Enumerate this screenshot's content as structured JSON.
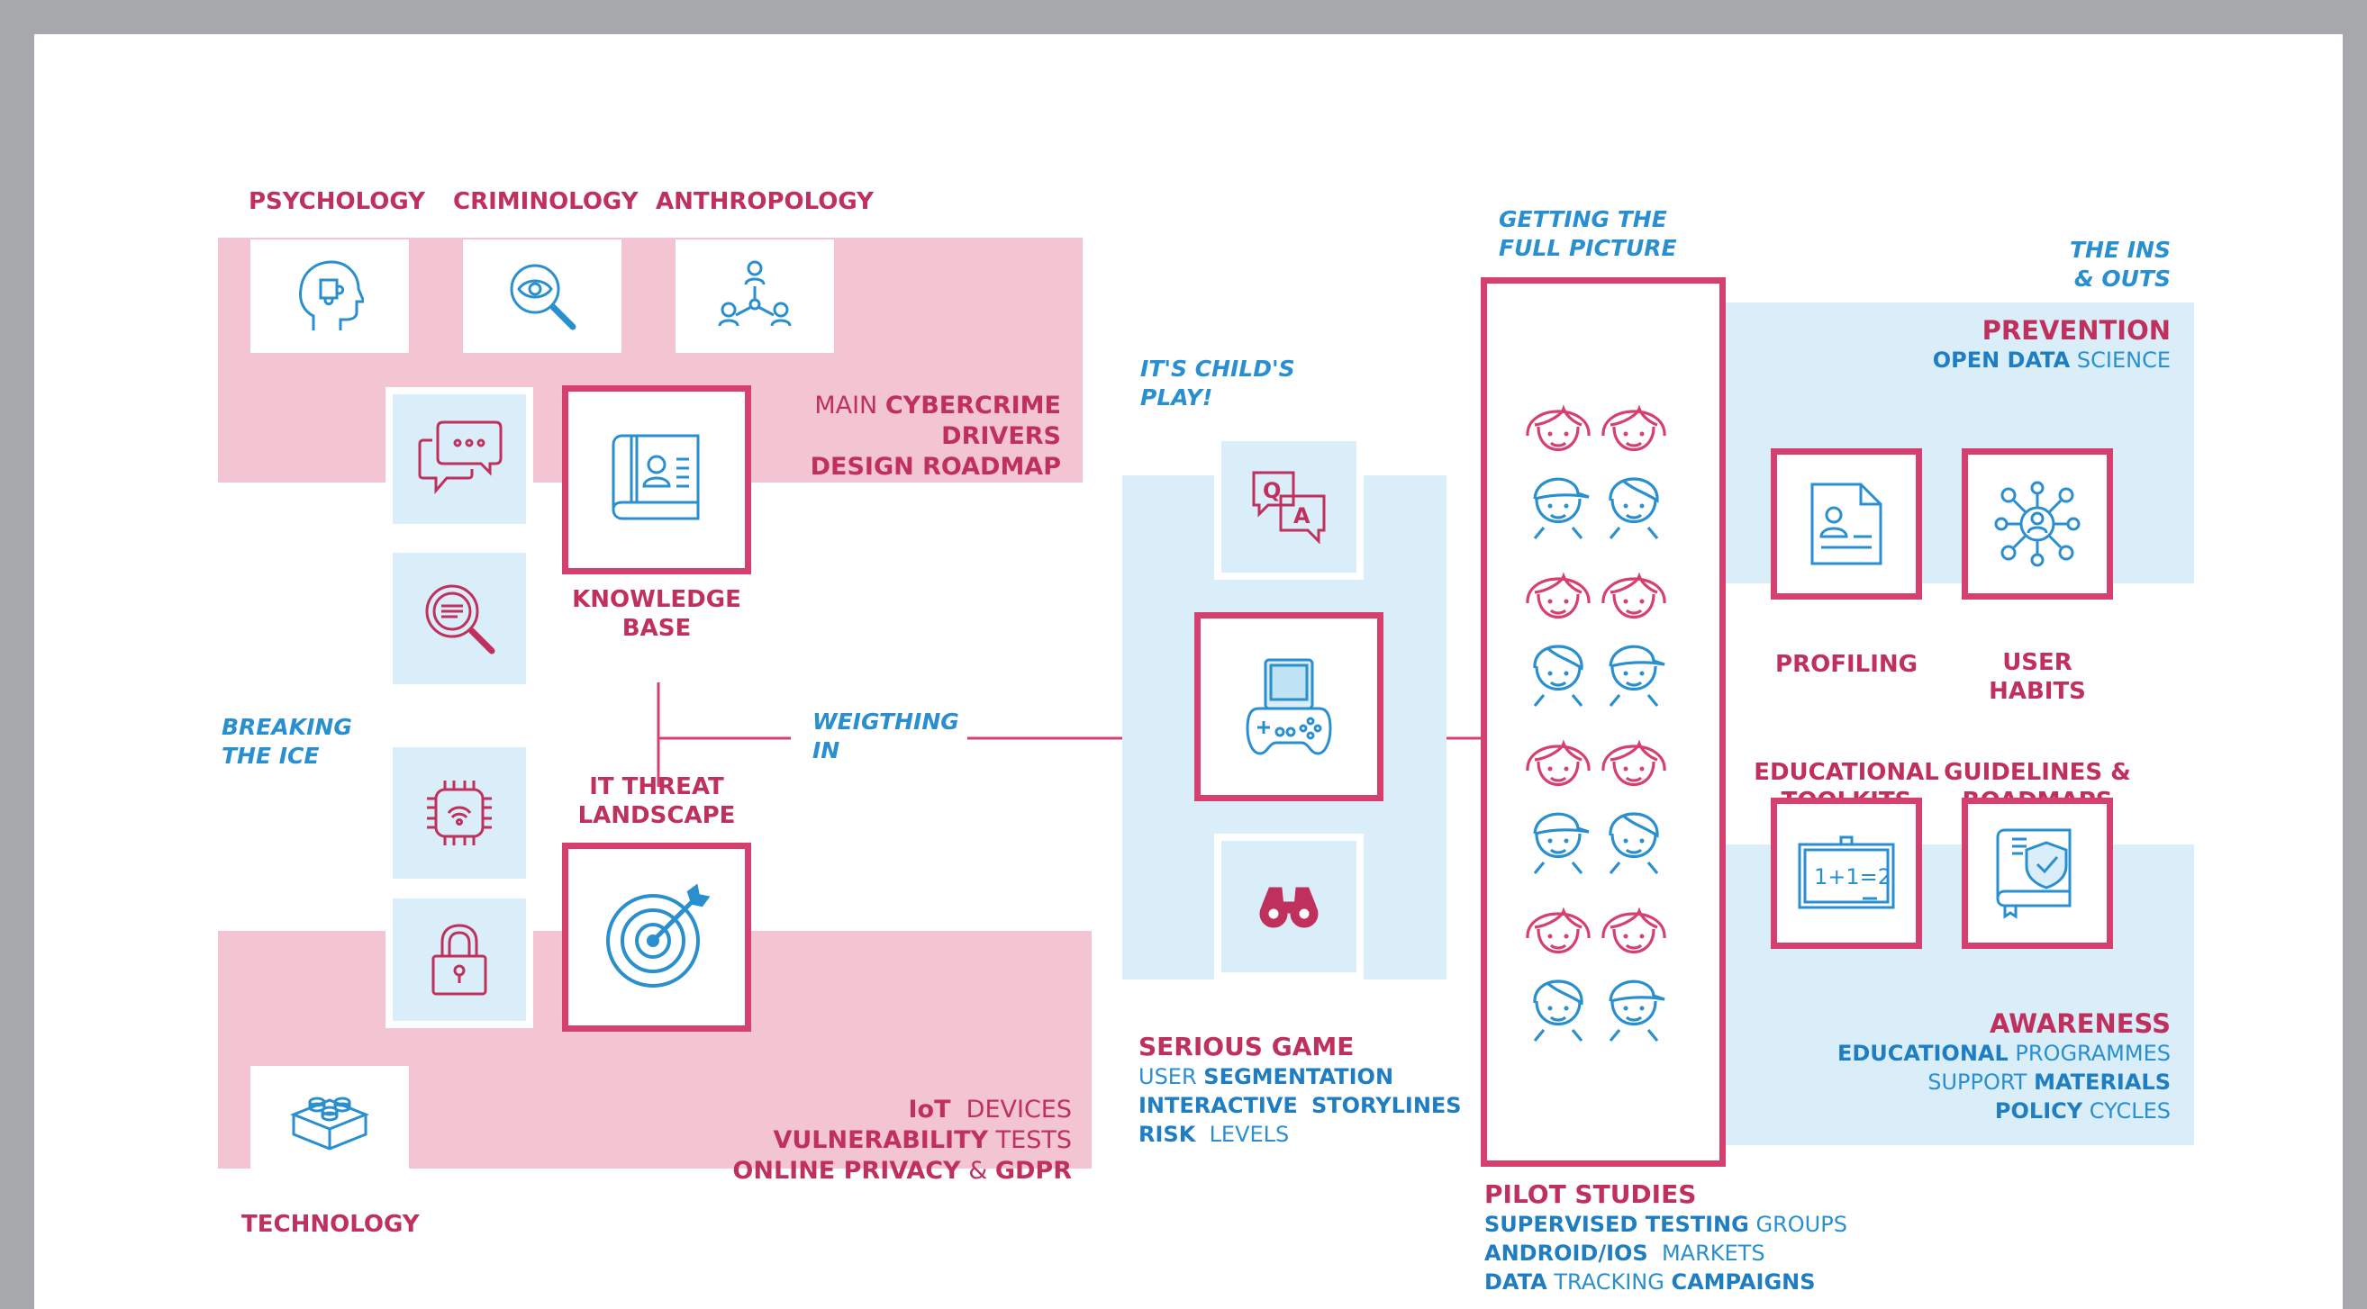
{
  "domains": {
    "psychology": "PSYCHOLOGY",
    "criminology": "CRIMINOLOGY",
    "anthropology": "ANTHROPOLOGY",
    "technology": "TECHNOLOGY"
  },
  "drivers": {
    "line1_light": "MAIN",
    "line1_bold": "CYBERCRIME",
    "line2": "DRIVERS",
    "line3": "DESIGN ROADMAP"
  },
  "knowledge_base": {
    "line1": "KNOWLEDGE",
    "line2": "BASE"
  },
  "it_threat": {
    "line1": "IT THREAT",
    "line2": "LANDSCAPE"
  },
  "breaking_ice": {
    "line1": "BREAKING",
    "line2": "THE ICE"
  },
  "weighting": {
    "line1": "WEIGTHING",
    "line2": "IN"
  },
  "tech_list": {
    "iot_bold": "IoT",
    "iot_light": "DEVICES",
    "vuln_bold": "VULNERABILITY",
    "vuln_light": "TESTS",
    "privacy_bold": "ONLINE PRIVACY",
    "privacy_amp": "&",
    "privacy_gdpr": "GDPR"
  },
  "childs_play": {
    "line1": "IT'S CHILD'S",
    "line2": "PLAY!"
  },
  "serious_game": {
    "title": "SERIOUS GAME",
    "l1_light": "USER",
    "l1_bold": "SEGMENTATION",
    "l2_bold_a": "INTERACTIVE",
    "l2_bold_b": "STORYLINES",
    "l3_bold": "RISK",
    "l3_light": "LEVELS"
  },
  "full_picture": {
    "line1": "GETTING THE",
    "line2": "FULL PICTURE"
  },
  "pilot": {
    "title": "PILOT STUDIES",
    "l1_bold": "SUPERVISED  TESTING",
    "l1_light": "GROUPS",
    "l2_bold": "ANDROID/IOS",
    "l2_light": "MARKETS",
    "l3_bold_a": "DATA",
    "l3_light": "TRACKING",
    "l3_bold_b": "CAMPAIGNS"
  },
  "ins_outs": {
    "line1": "THE INS",
    "line2": "& OUTS"
  },
  "prevention": {
    "title": "PREVENTION",
    "sub_bold": "OPEN DATA",
    "sub_light": "SCIENCE"
  },
  "profiling": "PROFILING",
  "user_habits": {
    "line1": "USER",
    "line2": "HABITS"
  },
  "toolkits": {
    "line1": "EDUCATIONAL",
    "line2": "TOOLKITS"
  },
  "guidelines": {
    "line1": "GUIDELINES &",
    "line2": "ROADMAPS"
  },
  "awareness": {
    "title": "AWARENESS",
    "l1_bold": "EDUCATIONAL",
    "l1_light": "PROGRAMMES",
    "l2_light": "SUPPORT",
    "l2_bold": "MATERIALS",
    "l3_bold": "POLICY",
    "l3_light": "CYCLES"
  },
  "chalkboard_text": "1+1=2",
  "colors": {
    "pink": "#d6406e",
    "pink_text": "#c0305d",
    "pink_band": "#f3c4d1",
    "blue": "#2a8fcf",
    "blue_band": "#d9eef9"
  }
}
